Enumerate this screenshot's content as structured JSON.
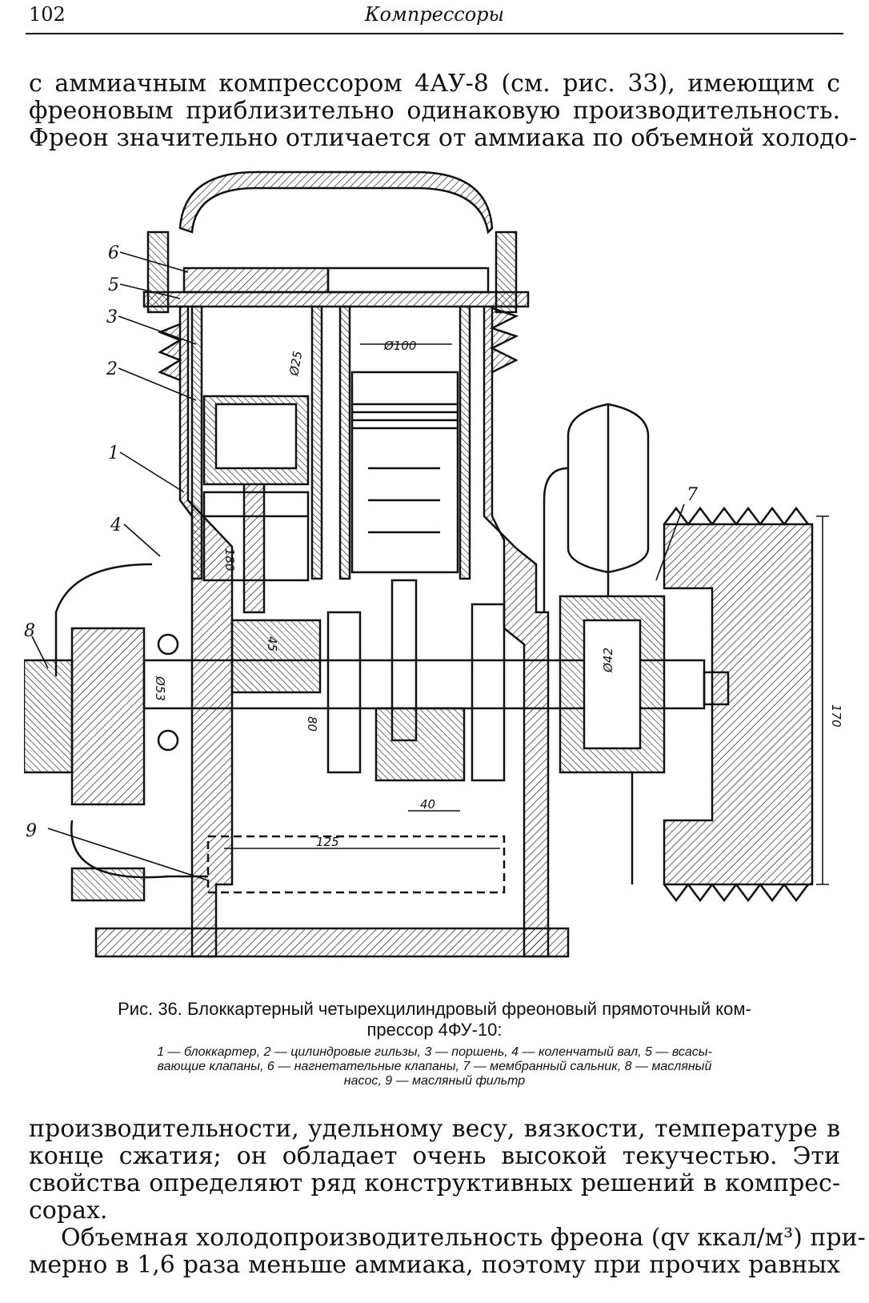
{
  "header": {
    "page_number": "102",
    "running_head": "Компрессоры"
  },
  "paragraph1": [
    "с аммиачным компрессором 4АУ-8 (см. рис. 33), имеющим с",
    "фреоновым приблизительно одинаковую производительность.",
    "Фреон значительно отличается от аммиака по объемной холодо-"
  ],
  "figure": {
    "labels": {
      "l1": "1",
      "l2": "2",
      "l3": "3",
      "l4": "4",
      "l5": "5",
      "l6": "6",
      "l7": "7",
      "l8": "8",
      "l9": "9"
    },
    "dims": {
      "d100": "Ø100",
      "d25": "Ø25",
      "d180": "180",
      "d45": "45",
      "d53": "Ø53",
      "d80": "80",
      "d40": "40",
      "d125": "125",
      "d42": "Ø42",
      "d170": "170"
    }
  },
  "caption": {
    "title_line1": "Рис. 36. Блоккартерный четырехцилиндровый фреоновый прямоточный ком-",
    "title_line2": "прессор 4ФУ-10:",
    "legend": [
      "1 — блоккартер, 2 — цилиндровые гильзы, 3 — поршень, 4 — коленчатый вал, 5 — всасы-",
      "вающие клапаны, 6 — нагнетательные клапаны, 7 — мембранный сальник, 8 — масляный",
      "насос, 9 — масляный фильтр"
    ]
  },
  "paragraph2": [
    "производительности, удельному весу, вязкости, температуре в",
    "конце сжатия; он обладает очень высокой текучестью. Эти",
    "свойства определяют ряд конструктивных решений в компрес-",
    "сорах."
  ],
  "paragraph3": [
    "Объемная холодопроизводительность фреона (qv ккал/м³) при-",
    "мерно в 1,6 раза меньше аммиака, поэтому при прочих равных"
  ]
}
